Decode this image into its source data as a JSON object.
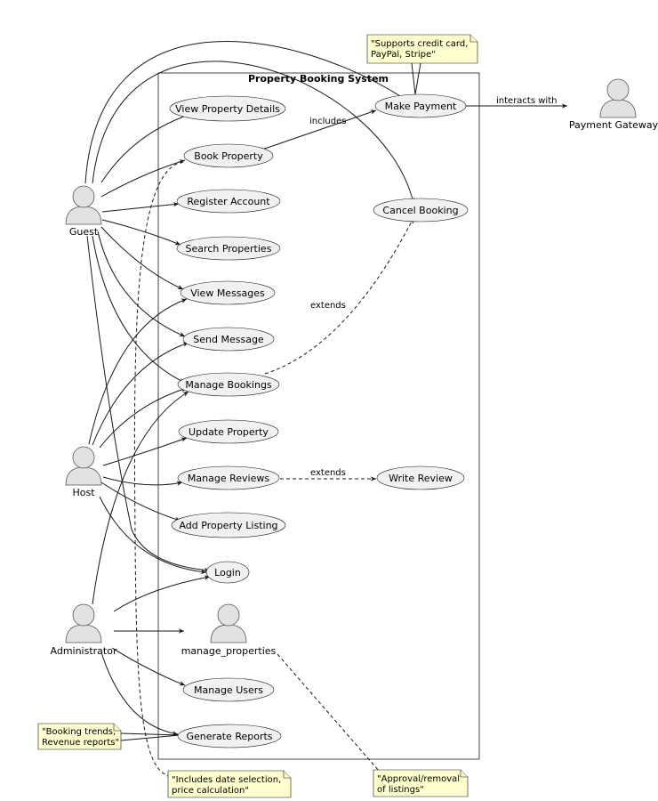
{
  "system": {
    "title": "Property Booking System"
  },
  "actors": {
    "guest": "Guest",
    "host": "Host",
    "administrator": "Administrator",
    "payment_gateway": "Payment Gateway",
    "manage_properties": "manage_properties"
  },
  "use_cases": {
    "view_property_details": "View Property Details",
    "book_property": "Book Property",
    "register_account": "Register Account",
    "search_properties": "Search Properties",
    "view_messages": "View Messages",
    "send_message": "Send Message",
    "manage_bookings": "Manage Bookings",
    "update_property": "Update Property",
    "manage_reviews": "Manage Reviews",
    "add_property_listing": "Add Property Listing",
    "login": "Login",
    "manage_users": "Manage Users",
    "generate_reports": "Generate Reports",
    "make_payment": "Make Payment",
    "cancel_booking": "Cancel Booking",
    "write_review": "Write Review"
  },
  "edge_labels": {
    "includes": "includes",
    "extends_cancel": "extends",
    "extends_review": "extends",
    "interacts_with": "interacts with"
  },
  "notes": {
    "payment": [
      "\"Supports credit card,",
      "PayPal, Stripe\""
    ],
    "reports": [
      "\"Booking trends,",
      "Revenue reports\""
    ],
    "booking": [
      "\"Includes date selection,",
      "price calculation\""
    ],
    "listings": [
      "\"Approval/removal",
      "of listings\""
    ]
  }
}
